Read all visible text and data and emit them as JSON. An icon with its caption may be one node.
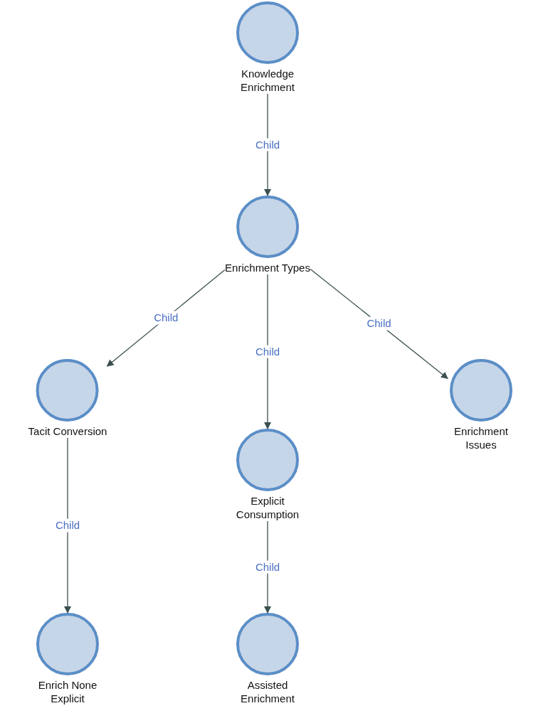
{
  "diagram": {
    "nodes": [
      {
        "text": [
          "Knowledge Enrichment"
        ]
      },
      {
        "text": [
          "Enrichment Types"
        ]
      },
      {
        "text": [
          "Tacit Conversion"
        ]
      },
      {
        "text": [
          "Explicit Consumption"
        ]
      },
      {
        "text": [
          "Enrichment Issues"
        ]
      },
      {
        "text": [
          "Enrich None Explicit"
        ]
      },
      {
        "text": [
          "Assisted Enrichment"
        ]
      }
    ],
    "edges": [
      {
        "from": 0,
        "to": 1,
        "arrow": "to",
        "label": "Child"
      },
      {
        "from": 1,
        "to": 2,
        "arrow": "to",
        "label": "Child"
      },
      {
        "from": 1,
        "to": 3,
        "arrow": "to",
        "label": "Child"
      },
      {
        "from": 1,
        "to": 4,
        "arrow": "to",
        "label": "Child"
      },
      {
        "from": 2,
        "to": 5,
        "arrow": "to",
        "label": "Child"
      },
      {
        "from": 3,
        "to": 6,
        "arrow": "to",
        "label": "Child"
      }
    ]
  }
}
